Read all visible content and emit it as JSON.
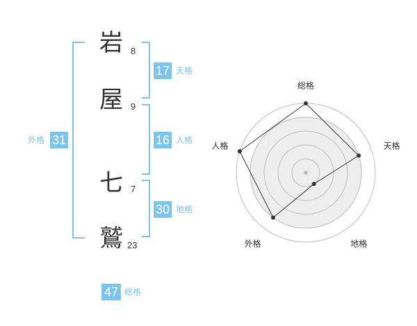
{
  "name": {
    "chars": [
      {
        "char": "岩",
        "strokes": "8"
      },
      {
        "char": "屋",
        "strokes": "9"
      },
      {
        "char": "七",
        "strokes": "7"
      },
      {
        "char": "鷲",
        "strokes": "23"
      }
    ]
  },
  "kaku": {
    "tenkaku": {
      "value": "17",
      "label": "天格"
    },
    "jinkaku": {
      "value": "16",
      "label": "人格"
    },
    "chikaku": {
      "value": "30",
      "label": "地格"
    },
    "gaikaku": {
      "value": "31",
      "label": "外格"
    },
    "soukaku": {
      "value": "47",
      "label": "総格"
    }
  },
  "chart_data": {
    "type": "radar",
    "axes": [
      "総格",
      "天格",
      "地格",
      "外格",
      "人格"
    ],
    "values": [
      5,
      4,
      1,
      4,
      5
    ],
    "rmax": 5,
    "rings": 5,
    "colors": {
      "fill": "#eeeeee",
      "ring": "#bdbdbd",
      "line": "#333333",
      "point": "#333333",
      "center": "#bdbdbd"
    }
  }
}
